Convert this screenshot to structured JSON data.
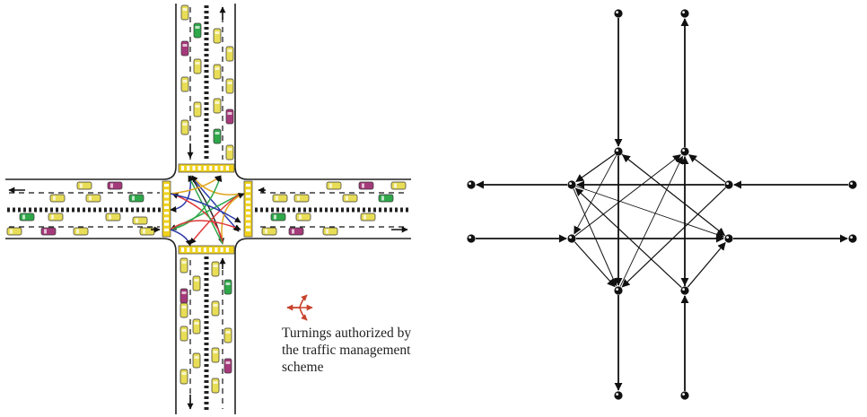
{
  "legend": {
    "icon": "three-way-turn-arrow-icon",
    "lines": [
      "Turnings authorized by",
      "the traffic management",
      "scheme"
    ]
  },
  "colors": {
    "road_line": "#222222",
    "lane_dash": "#111111",
    "median_checker": "#222222",
    "crosswalk_yellow": "#f0d21b",
    "intersection_fill": "#ffffff",
    "car_yellow": "#e8dd56",
    "car_green": "#2fa84a",
    "car_purple": "#a53a7a",
    "legend_icon": "#c8432c",
    "turn_colors": [
      "#2b3aa8",
      "#2fa84a",
      "#e0383b",
      "#e1a623",
      "#222222"
    ]
  }
}
